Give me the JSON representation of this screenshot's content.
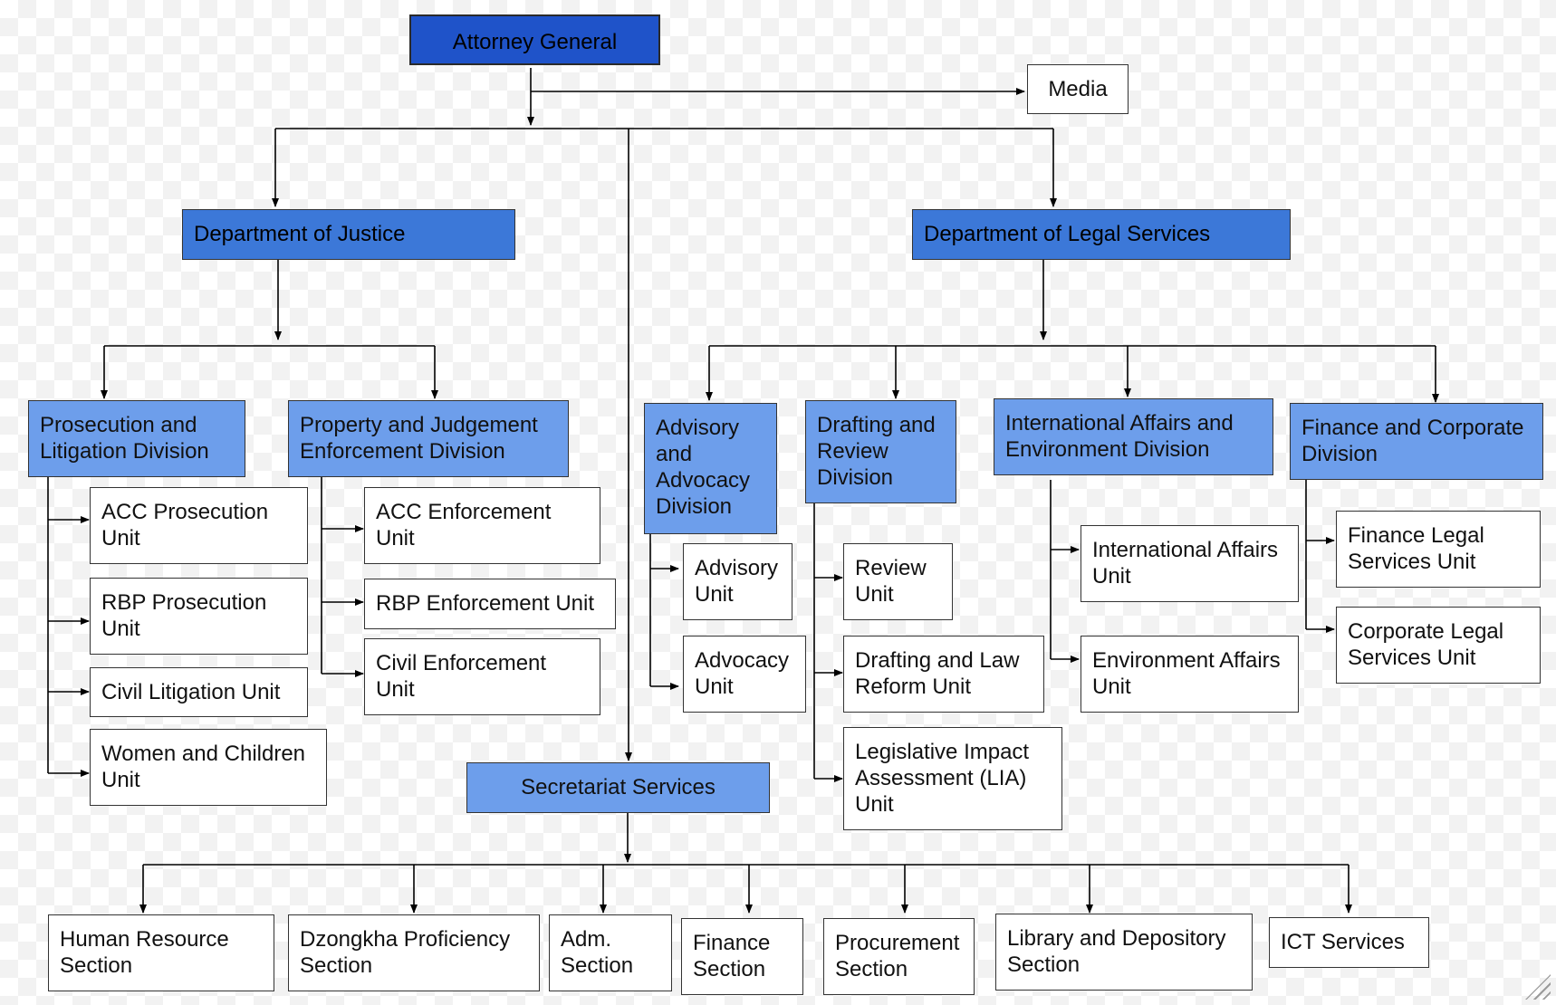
{
  "nodes": {
    "attorney_general": "Attorney General",
    "media": "Media",
    "dept_justice": "Department  of Justice",
    "dept_legal_services": "Department  of Legal Services",
    "prosecution_litigation": "Prosecution and\nLitigation Division",
    "property_judgement": "Property and Judgement\nEnforcement Division",
    "advisory_advocacy": "Advisory\nand\nAdvocacy\nDivision",
    "drafting_review": "Drafting and\nReview\nDivision",
    "international_environment": "International Affairs and\nEnvironment Division",
    "finance_corporate": "Finance and Corporate\nDivision",
    "acc_prosecution": "ACC Prosecution\nUnit",
    "rbp_prosecution": "RBP Prosecution\nUnit",
    "civil_litigation": "Civil Litigation Unit",
    "women_children": "Women and Children\nUnit",
    "acc_enforcement": "ACC Enforcement\nUnit",
    "rbp_enforcement": "RBP Enforcement Unit",
    "civil_enforcement": "Civil Enforcement\nUnit",
    "advisory_unit": "Advisory\nUnit",
    "advocacy_unit": "Advocacy\nUnit",
    "review_unit": "Review\nUnit",
    "drafting_law_reform": "Drafting and Law\nReform  Unit",
    "lia_unit": "Legislative Impact\nAssessment (LIA)\nUnit",
    "international_affairs_unit": "International Affairs\nUnit",
    "environment_affairs_unit": "Environment Affairs\nUnit",
    "finance_legal_services": "Finance Legal\nServices Unit",
    "corporate_legal_services": "Corporate  Legal\nServices Unit",
    "secretariat_services": "Secretariat Services",
    "human_resource": "Human Resource\nSection",
    "dzongkha_proficiency": "Dzongkha Proficiency\nSection",
    "adm_section": "Adm.\nSection",
    "finance_section": "Finance\nSection",
    "procurement_section": "Procurement\nSection",
    "library_depository": "Library  and Depository\nSection",
    "ict_services": "ICT Services"
  },
  "colors": {
    "top": "#1f53c9",
    "department": "#3c78d8",
    "division": "#6d9eeb",
    "unit": "#ffffff",
    "line": "#000000"
  }
}
